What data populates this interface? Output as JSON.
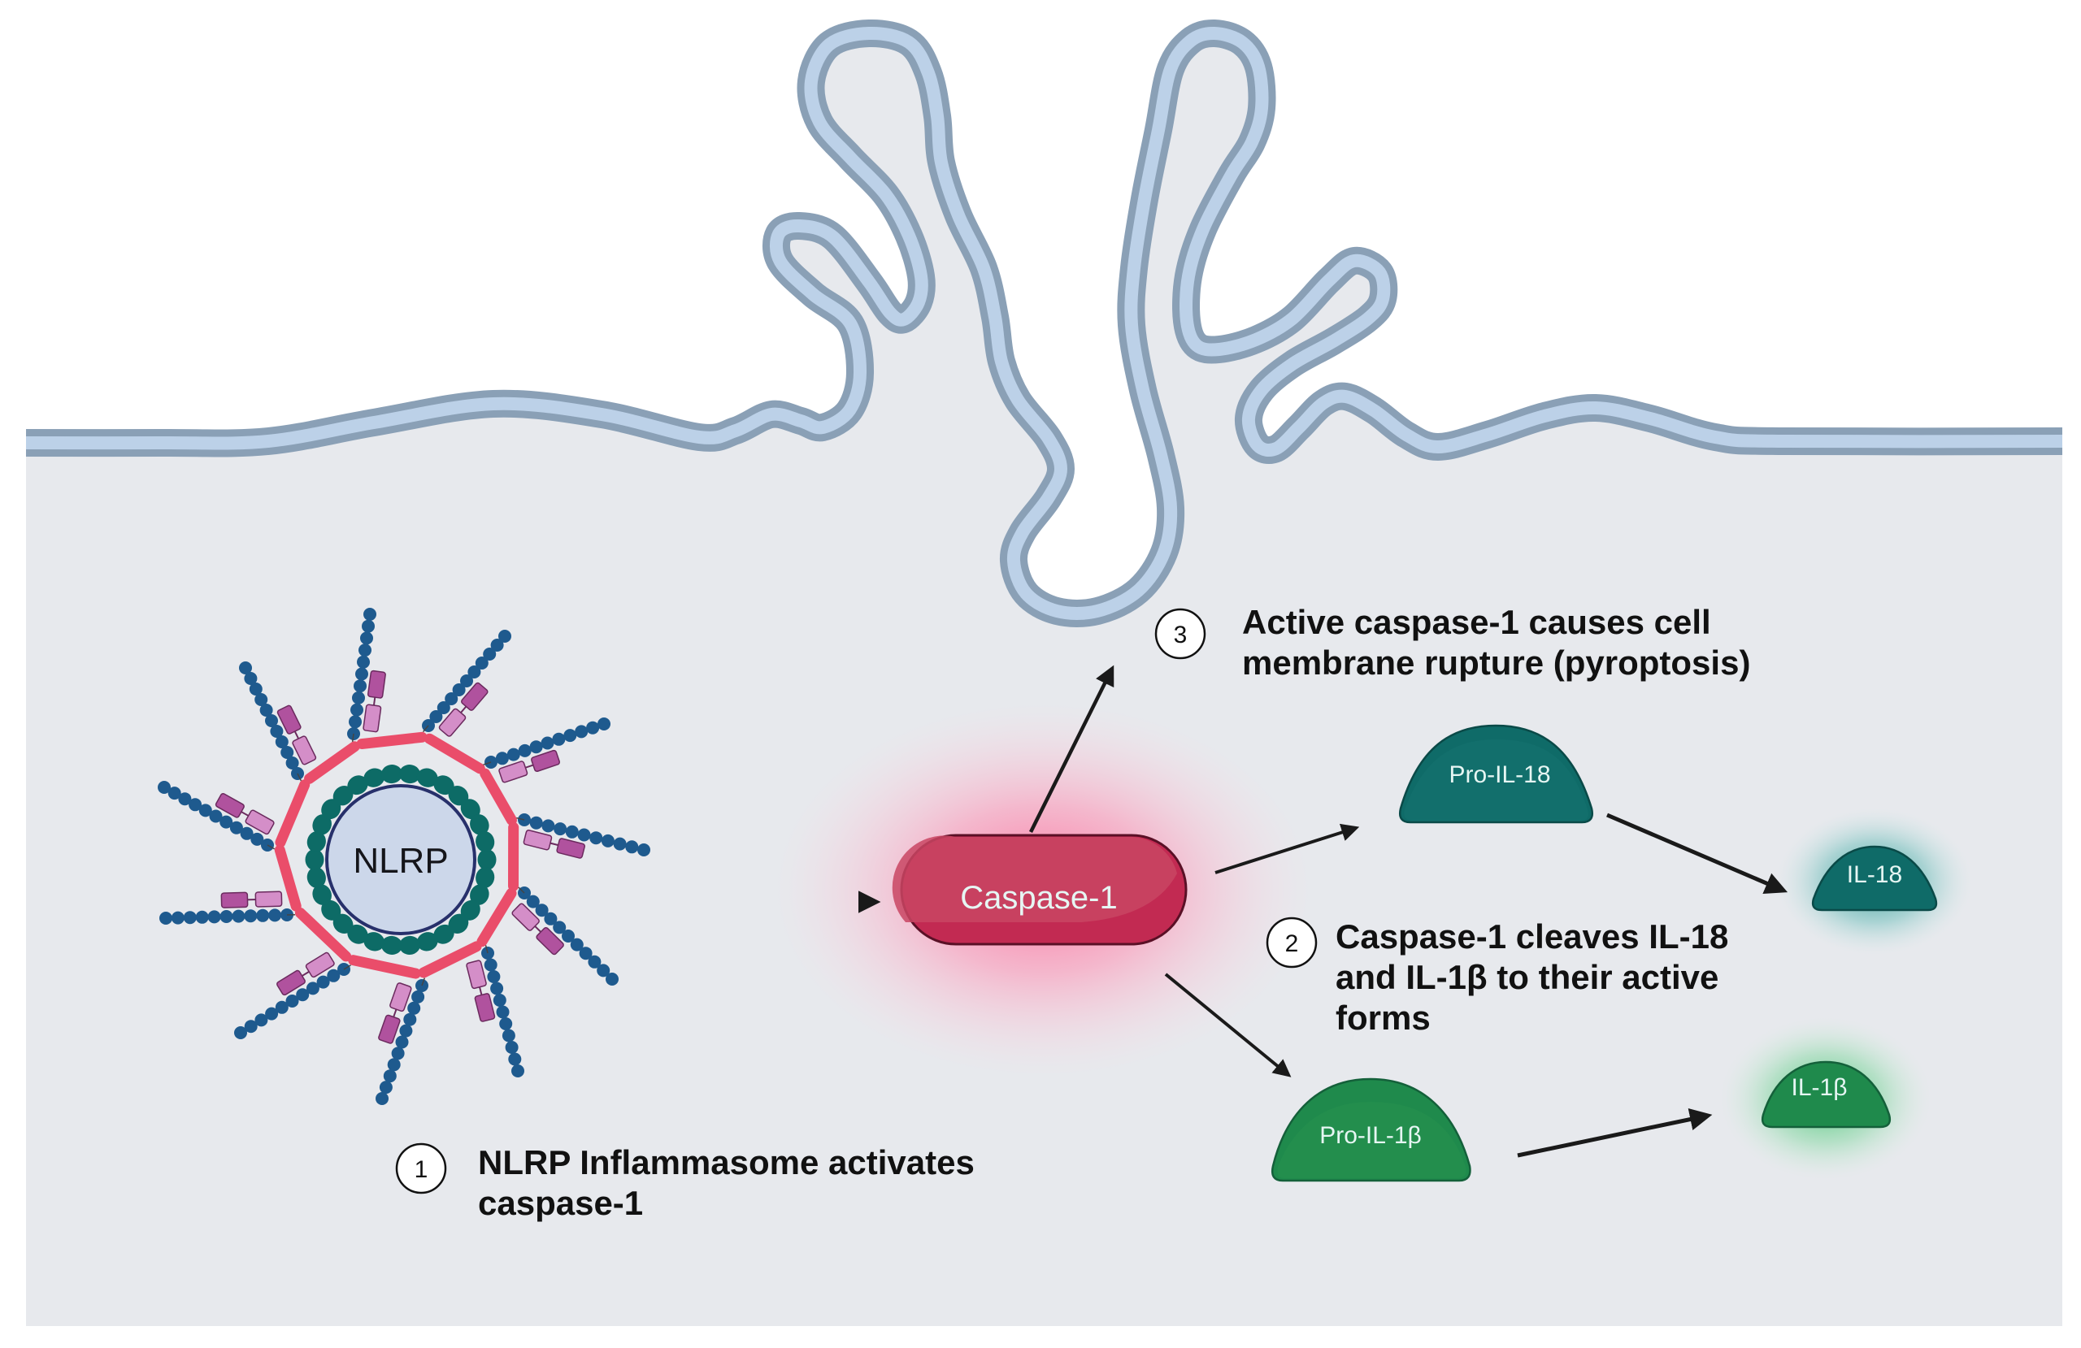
{
  "figure": {
    "title": "Pyroptosis pathway: NLRP inflammasome activates caspase-1",
    "colors": {
      "cytoplasm": "#e7e9ed",
      "membrane_outer": "#8aa0b6",
      "membrane_inner": "#bcd1e8",
      "caspase_fill": "#c22a52",
      "caspase_glow": "#ff7aa3",
      "il18_fill": "#0f6b68",
      "il18_glow": "#2a9b96",
      "il1b_fill": "#1f8a4c",
      "il1b_glow": "#3fc46d",
      "nlrp_fill": "#ccd7ea",
      "nlrp_border": "#27306b",
      "asc_bead": "#0d6b66",
      "pink_bar": "#ea4d6a",
      "chain_bead": "#1e5a8e",
      "pyd_light": "#d48ec8",
      "card_dark": "#b0529e",
      "arrow": "#1a1a1a"
    }
  },
  "nlrp": {
    "label": "NLRP",
    "spoke_count": 11
  },
  "molecules": {
    "caspase": "Caspase-1",
    "pro_il18": "Pro-IL-18",
    "il18": "IL-18",
    "pro_il1b": "Pro-IL-1β",
    "il1b": "IL-1β"
  },
  "steps": [
    {
      "number": "1",
      "lines": [
        "NLRP Inflammasome activates",
        "caspase-1"
      ]
    },
    {
      "number": "2",
      "lines": [
        "Caspase-1 cleaves IL-18",
        "and IL-1β to their active",
        "forms"
      ]
    },
    {
      "number": "3",
      "lines": [
        "Active caspase-1 causes cell",
        "membrane rupture (pyroptosis)"
      ]
    }
  ]
}
